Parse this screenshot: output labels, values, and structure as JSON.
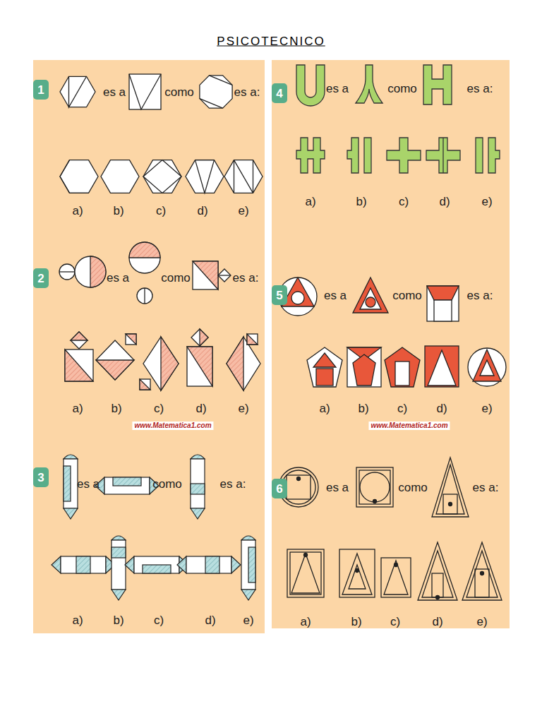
{
  "diagram": {
    "title": "PSICOTECNICO",
    "nodes": [
      {
        "text": [
          "1"
        ]
      },
      {
        "text": [
          "2"
        ]
      },
      {
        "text": [
          "3"
        ]
      },
      {
        "text": [
          "4"
        ]
      },
      {
        "text": [
          "5"
        ]
      },
      {
        "text": [
          "6"
        ]
      }
    ],
    "labels": [
      "es a",
      "como",
      "es a:",
      "a)",
      "b)",
      "c)",
      "d)",
      "e)",
      "es a",
      "como",
      "es a:",
      "a)",
      "b)",
      "c)",
      "d)",
      "e)",
      "es a",
      "como",
      "es a:",
      "a)",
      "b)",
      "c)",
      "d)",
      "e)",
      "es a",
      "como",
      "es a:",
      "a)",
      "b)",
      "c)",
      "d)",
      "e)",
      "es a",
      "como",
      "es a:",
      "a)",
      "b)",
      "c)",
      "d)",
      "e)",
      "es a",
      "como",
      "es a:",
      "a)",
      "b)",
      "c)",
      "d)",
      "e)",
      "www.Matematica1.com",
      "www.Matematica1.com"
    ]
  }
}
